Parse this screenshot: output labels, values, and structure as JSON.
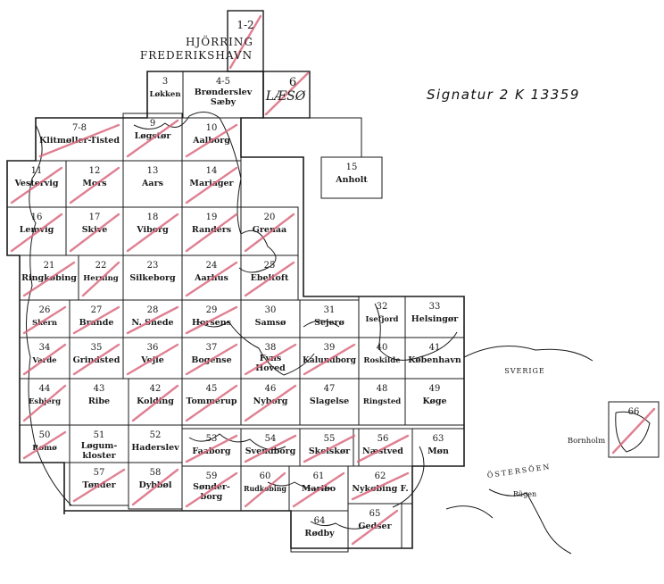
{
  "signature": "Signatur 2 K 13359",
  "colors": {
    "ink": "#1a1a1a",
    "cross_out": "#d96a7e",
    "paper": "#ffffff"
  },
  "handwritten": {
    "sheet_range": "1-2",
    "hjorring": "HJÖRRING",
    "frederikshavn": "FREDERIKSHAVN",
    "laeso": "LÆSØ",
    "sheet_6": "6"
  },
  "sea_labels": {
    "sverige": "SVERIGE",
    "ostersoen": "ÖSTERSÖEN",
    "rugen": "Rügen"
  },
  "island_labels": {
    "bornholm": "Bornholm"
  },
  "sheets": [
    {
      "num": "3",
      "name": "Løkken",
      "crossed": false
    },
    {
      "num": "4-5",
      "name": "Brønderslev",
      "name2": "Sæby",
      "crossed": false
    },
    {
      "num": "7-8",
      "name": "Klitmøller-Tisted",
      "crossed": true
    },
    {
      "num": "9",
      "name": "Løgstør",
      "crossed": true
    },
    {
      "num": "10",
      "name": "Aalborg",
      "crossed": true
    },
    {
      "num": "11",
      "name": "Vestervig",
      "crossed": true
    },
    {
      "num": "12",
      "name": "Mors",
      "crossed": true
    },
    {
      "num": "13",
      "name": "Aars",
      "crossed": false
    },
    {
      "num": "14",
      "name": "Mariager",
      "crossed": true
    },
    {
      "num": "15",
      "name": "Anholt",
      "crossed": false
    },
    {
      "num": "16",
      "name": "Lemvig",
      "crossed": true
    },
    {
      "num": "17",
      "name": "Skive",
      "crossed": true
    },
    {
      "num": "18",
      "name": "Viborg",
      "crossed": true
    },
    {
      "num": "19",
      "name": "Randers",
      "crossed": true
    },
    {
      "num": "20",
      "name": "Grenaa",
      "crossed": true
    },
    {
      "num": "21",
      "name": "Ringkøbing",
      "crossed": true
    },
    {
      "num": "22",
      "name": "Herning",
      "crossed": true
    },
    {
      "num": "23",
      "name": "Silkeborg",
      "crossed": false
    },
    {
      "num": "24",
      "name": "Aarhus",
      "crossed": true
    },
    {
      "num": "25",
      "name": "Ebeltoft",
      "crossed": true
    },
    {
      "num": "26",
      "name": "Skern",
      "crossed": true
    },
    {
      "num": "27",
      "name": "Brande",
      "crossed": true
    },
    {
      "num": "28",
      "name": "N. Snede",
      "crossed": true
    },
    {
      "num": "29",
      "name": "Horsens",
      "crossed": true
    },
    {
      "num": "30",
      "name": "Samsø",
      "crossed": false
    },
    {
      "num": "31",
      "name": "Sejerø",
      "crossed": false
    },
    {
      "num": "32",
      "name": "Isefjord",
      "crossed": false
    },
    {
      "num": "33",
      "name": "Helsingør",
      "crossed": false
    },
    {
      "num": "34",
      "name": "Varde",
      "crossed": true
    },
    {
      "num": "35",
      "name": "Grindsted",
      "crossed": true
    },
    {
      "num": "36",
      "name": "Vejle",
      "crossed": true
    },
    {
      "num": "37",
      "name": "Bogense",
      "crossed": true
    },
    {
      "num": "38",
      "name": "Fyns",
      "name2": "Hoved",
      "crossed": true
    },
    {
      "num": "39",
      "name": "Kalundborg",
      "crossed": true
    },
    {
      "num": "40",
      "name": "Roskilde",
      "crossed": false
    },
    {
      "num": "41",
      "name": "København",
      "crossed": false
    },
    {
      "num": "42",
      "name": "Kolding",
      "crossed": true
    },
    {
      "num": "43",
      "name": "Ribe",
      "crossed": false
    },
    {
      "num": "44",
      "name": "Esbjerg",
      "crossed": true
    },
    {
      "num": "45",
      "name": "Tommerup",
      "crossed": true
    },
    {
      "num": "46",
      "name": "Nyborg",
      "crossed": true
    },
    {
      "num": "47",
      "name": "Slagelse",
      "crossed": false
    },
    {
      "num": "48",
      "name": "Ringsted",
      "crossed": false
    },
    {
      "num": "49",
      "name": "Køge",
      "crossed": false
    },
    {
      "num": "50",
      "name": "Rømø",
      "crossed": true
    },
    {
      "num": "51",
      "name": "Løgum-",
      "name2": "kloster",
      "crossed": false
    },
    {
      "num": "52",
      "name": "Haderslev",
      "crossed": false
    },
    {
      "num": "53",
      "name": "Faaborg",
      "crossed": true
    },
    {
      "num": "54",
      "name": "Svendborg",
      "crossed": true
    },
    {
      "num": "55",
      "name": "Skelskør",
      "crossed": true
    },
    {
      "num": "56",
      "name": "Næstved",
      "crossed": true
    },
    {
      "num": "57",
      "name": "Tønder",
      "crossed": true
    },
    {
      "num": "58",
      "name": "Dybbøl",
      "crossed": true
    },
    {
      "num": "59",
      "name": "Sønder-",
      "name2": "borg",
      "crossed": true
    },
    {
      "num": "60",
      "name": "Rudkøbing",
      "crossed": true
    },
    {
      "num": "61",
      "name": "Maribo",
      "crossed": true
    },
    {
      "num": "62",
      "name": "Nykøbing F.",
      "crossed": true
    },
    {
      "num": "63",
      "name": "Møn",
      "crossed": false
    },
    {
      "num": "64",
      "name": "Rødby",
      "crossed": false
    },
    {
      "num": "65",
      "name": "Gedser",
      "crossed": true
    },
    {
      "num": "66",
      "name": "",
      "crossed": true
    }
  ]
}
